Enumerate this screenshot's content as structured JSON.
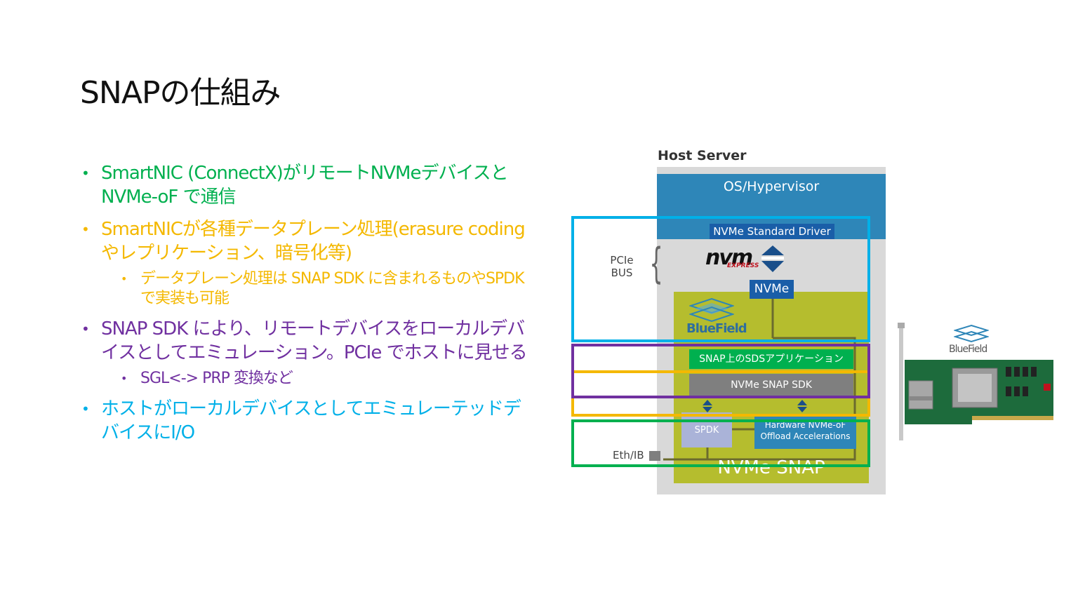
{
  "title": "SNAPの仕組み",
  "colors": {
    "green": "#00b04f",
    "yellow": "#f4b800",
    "purple": "#7030a0",
    "cyan": "#00b0e8",
    "blue": "#2e86b8"
  },
  "bullets": [
    {
      "text": "SmartNIC (ConnectX)がリモートNVMeデバイスと NVMe-oF で通信"
    },
    {
      "text": "SmartNICが各種データプレーン処理(erasure codingやレプリケーション、暗号化等)",
      "sub": "データプレーン処理は SNAP SDK に含まれるものやSPDKで実装も可能"
    },
    {
      "text": "SNAP SDK により、リモートデバイスをローカルデバイスとしてエミュレーション。PCIe でホストに見せる",
      "sub": "SGL<-> PRP 変換など"
    },
    {
      "text": "ホストがローカルデバイスとしてエミュレーテッドデバイスにI/O"
    }
  ],
  "diagram": {
    "host_server": "Host Server",
    "os_hypervisor": "OS/Hypervisor",
    "nvme_standard_driver": "NVMe Standard Driver",
    "pcie_bus": "PCIe\nBUS",
    "nvm_logo": "nvm",
    "nvm_logo_sub": "EXPRESS",
    "nvme": "NVMe",
    "bluefield": "BlueField",
    "snap_app": "SNAP上のSDSアプリケーション",
    "snap_sdk": "NVMe SNAP SDK",
    "spdk": "SPDK",
    "hw_accel": "Hardware NVMe-oF\nOffload Accelerations",
    "nvme_snap": "NVMe SNAP",
    "eth_ib": "Eth/IB",
    "card_bluefield": "BlueField"
  }
}
